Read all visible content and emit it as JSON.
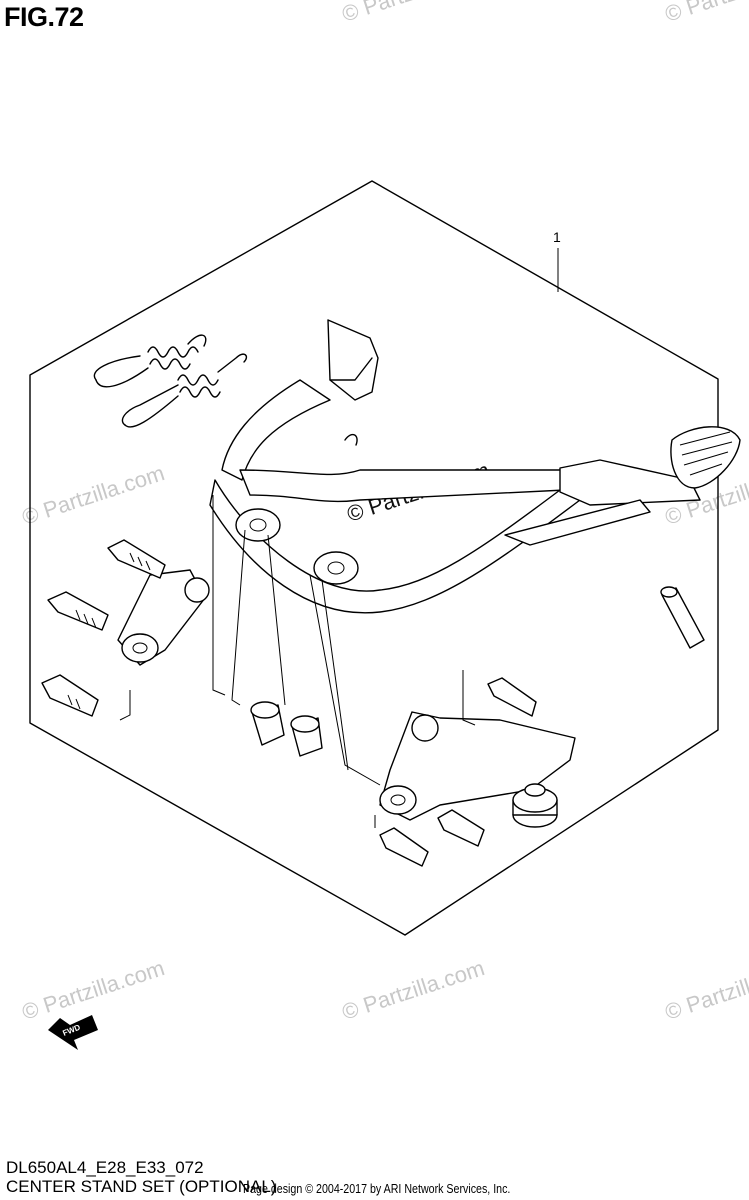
{
  "figure": {
    "title": "FIG.72"
  },
  "callout": {
    "label": "1"
  },
  "watermark": {
    "text": "© Partzilla.com",
    "brand_text": "© Partzilla.com",
    "color": "#c8c8c8"
  },
  "footer": {
    "code": "DL650AL4_E28_E33_072",
    "name": "CENTER STAND SET (OPTIONAL)",
    "credit": "Page design © 2004-2017 by ARI Network Services, Inc."
  },
  "fwd": {
    "label": "FWD"
  }
}
